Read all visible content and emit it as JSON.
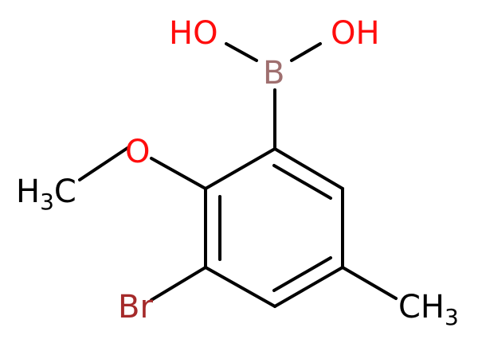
{
  "molecule": {
    "atoms": {
      "hydroxyl_left": {
        "text": "HO",
        "color": "#ff0d0d"
      },
      "hydroxyl_right": {
        "text": "OH",
        "color": "#ff0d0d"
      },
      "boron": {
        "text": "B",
        "color": "#9f6f6f"
      },
      "methoxy_oxygen": {
        "text": "O",
        "color": "#ff0d0d"
      },
      "methoxy_methyl": {
        "main": "H",
        "sub": "3",
        "tail": "C",
        "color": "#000000"
      },
      "bromine": {
        "text": "Br",
        "color": "#a52a2a"
      },
      "ring_methyl": {
        "main": "CH",
        "sub": "3",
        "color": "#000000"
      }
    }
  }
}
